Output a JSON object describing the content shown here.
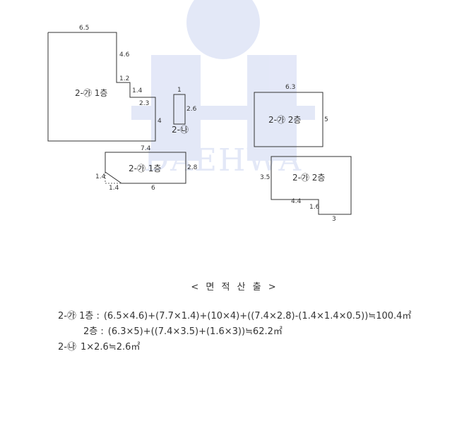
{
  "watermark": {
    "text": "DAEHWA",
    "color": "#cdd6f2"
  },
  "plan": {
    "line_color": "#333333",
    "shapes": [
      {
        "id": "ga1-main",
        "label": "2-㉮ 1층"
      },
      {
        "id": "na-box",
        "label": "2-㉯"
      },
      {
        "id": "ga1-bottom",
        "label": "2-㉮ 1층"
      },
      {
        "id": "ga2-right",
        "label": "2-㉮ 2층"
      },
      {
        "id": "ga2-lower",
        "label": "2-㉮ 2층"
      }
    ],
    "dimensions": [
      "6.5",
      "4.6",
      "1.2",
      "1.4",
      "2.3",
      "4",
      "1",
      "2.6",
      "7.4",
      "2.8",
      "1.4",
      "1.4",
      "6",
      "6.3",
      "5",
      "3.5",
      "4.4",
      "1.6",
      "3"
    ]
  },
  "calculation": {
    "heading": "< 면 적 산 출 >",
    "rows": [
      {
        "label": "2-㉮ 1층 :",
        "formula": "(6.5×4.6)+(7.7×1.4)+(10×4)+((7.4×2.8)-(1.4×1.4×0.5))≒100.4㎡"
      },
      {
        "label": "2층 :",
        "formula": "(6.3×5)+((7.4×3.5)+(1.6×3))≒62.2㎡"
      },
      {
        "label": "2-㉯",
        "formula": "1×2.6≒2.6㎡"
      }
    ]
  }
}
